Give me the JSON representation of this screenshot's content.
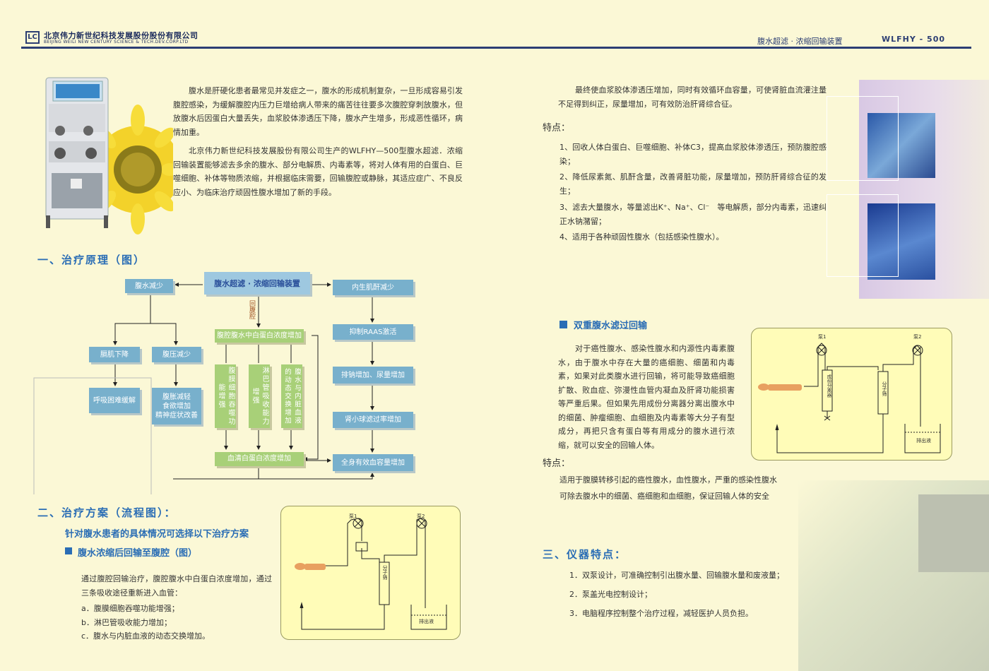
{
  "header": {
    "logo_text": "LC",
    "company_cn": "北京伟力新世纪科技发展股份股份有限公司",
    "company_en": "BEIJING WEILI NEW CENTURY SCIENCE & TECH.DEV.CORP.LTD",
    "product_name": "腹水超滤 · 浓缩回输装置",
    "product_model": "WLFHY - 500"
  },
  "intro": {
    "p1": "腹水是肝硬化患者最常见并发症之一，腹水的形成机制复杂，一旦形成容易引发腹腔感染，为缓解腹腔内压力巨增给病人带来的痛苦往往要多次腹腔穿刺放腹水，但放腹水后因蛋白大量丢失，血浆胶体渗透压下降，腹水产生增多，形成恶性循环，病情加重。",
    "p2": "北京伟力新世纪科技发展股份有限公司生产的WLFHY—500型腹水超滤．浓缩回输装置能够滤去多余的腹水、部分电解质、内毒素等，将对人体有用的白蛋白、巨噬细胞、补体等物质浓缩，并根据临床需要，回输腹腔或静脉，其适应症广、不良反应小、为临床治疗顽固性腹水增加了新的手段。"
  },
  "section1": {
    "title": "一、治疗原理（图）"
  },
  "flow": {
    "center": "腹水超滤 · 浓缩回输装置",
    "left_top": "腹水减少",
    "right_top": "内生肌酐减少",
    "back_label": "回腹腔",
    "protein_up": "腹腔腹水中白蛋白浓度增加",
    "col1": "腹膜细胞吞噬功能增强",
    "col2": "淋巴管吸收能力增强",
    "col3": "腹水与内脏血液的动态交换增加",
    "serum": "血清白蛋白浓度增加",
    "raas": "抑制RAAS激活",
    "urine": "排钠增加、尿量增加",
    "gfr": "肾小球滤过率增加",
    "blood": "全身有效血容量增加",
    "diaphragm": "膈肌下降",
    "pressure": "腹压减少",
    "breath": "呼吸困难缓解",
    "relief": "腹胀减轻\n食欲增加\n精神症状改善"
  },
  "section2": {
    "title": "二、治疗方案（流程图）：",
    "subtitle": "针对腹水患者的具体情况可选择以下治疗方案",
    "option1": "腹水浓缩后回输至腹腔（图）",
    "desc": "通过腹腔回输治疗，腹腔腹水中白蛋白浓度增加，通过三条吸收途径重新进入血管：",
    "items": [
      "a．腹膜细胞吞噬功能增强；",
      "b．淋巴管吸收能力增加；",
      "c．腹水与内脏血液的动态交换增加。"
    ]
  },
  "diagram1": {
    "pump1": "泵1",
    "pump2": "泵2",
    "filter": "分子筛",
    "drain": "排出液"
  },
  "right": {
    "p1": "最终使血浆胶体渗透压增加，同时有效循环血容量，可使肾脏血流灌注量不足得到纠正，尿量增加，可有效防治肝肾综合征。",
    "features_title": "特点：",
    "features": [
      "1、回收人体白蛋白、巨噬细胞、补体C3，提高血浆胶体渗透压，预防腹腔感染；",
      "2、降低尿素氮、肌酐含量，改善肾脏功能，尿量增加，预防肝肾综合征的发生；",
      "3、滤去大量腹水，等量滤出K⁺、Na⁺、Cl⁻　等电解质，部分内毒素，迅速纠正水钠潴留；",
      "4、适用于各种顽固性腹水（包括感染性腹水）。"
    ],
    "double_title": "双重腹水滤过回输",
    "double_desc": "对于癌性腹水、感染性腹水和内源性内毒素腹水，由于腹水中存在大量的癌细胞、细菌和内毒素，如果对此类腹水进行回输，将可能导致癌细胞扩散、败血症、弥漫性血管内凝血及肝肾功能损害等严重后果。但如果先用成份分离器分离出腹水中的细菌、肿瘤细胞、血细胞及内毒素等大分子有型成分，再把只含有蛋白等有用成分的腹水进行浓缩，就可以安全的回输人体。",
    "features2_title": "特点：",
    "features2": [
      "适用于腹膜转移引起的癌性腹水，血性腹水，严重的感染性腹水",
      "可除去腹水中的细菌、癌细胞和血细胞，保证回输人体的安全"
    ],
    "section3_title": "三、仪器特点：",
    "section3_items": [
      "1．双泵设计，可准确控制引出腹水量、回输腹水量和废液量；",
      "2．泵盖光电控制设计；",
      "3．电脑程序控制整个治疗过程，减轻医护人员负担。"
    ]
  },
  "diagram2": {
    "pump1": "泵1",
    "pump2": "泵2",
    "separator": "成份分离器",
    "filter": "分子筛",
    "drain": "排出液"
  }
}
